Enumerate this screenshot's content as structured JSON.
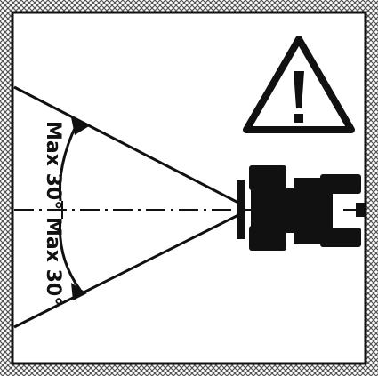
{
  "colors": {
    "ink": "#111111",
    "background": "#ffffff",
    "border_pattern": "#8a8a8a"
  },
  "icons": {
    "warning": "warning-triangle-icon",
    "vehicle": "tractor-top-view-icon"
  },
  "angle_labels": {
    "upper": "Max 30°",
    "lower": "Max 30°"
  },
  "angles_deg": {
    "upper": 30,
    "lower": 30
  }
}
